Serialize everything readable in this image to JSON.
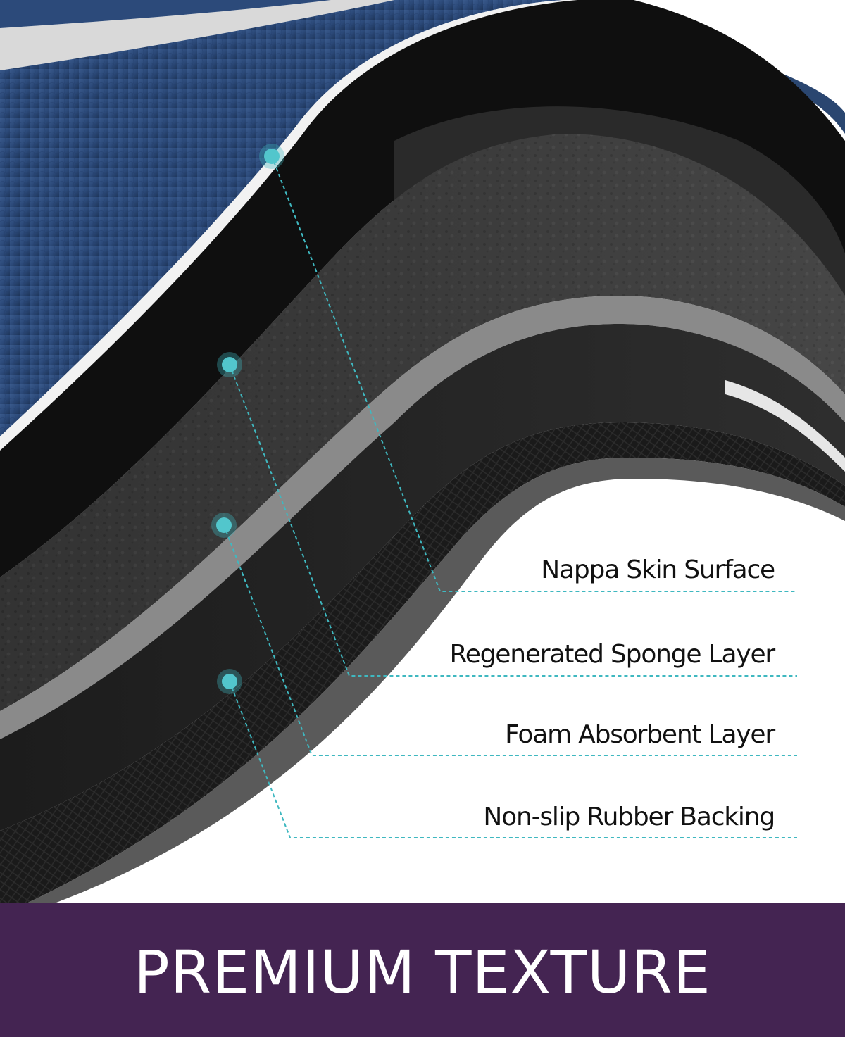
{
  "callouts": [
    {
      "label": "Nappa Skin Surface"
    },
    {
      "label": "Regenerated Sponge Layer"
    },
    {
      "label": "Foam Absorbent Layer"
    },
    {
      "label": "Non-slip Rubber Backing"
    }
  ],
  "banner": {
    "title": "PREMIUM TEXTURE"
  },
  "colors": {
    "surface_navy": "#2c4a7a",
    "accent_teal": "#3fb8c0",
    "banner_purple": "#442452",
    "banner_text": "#ffffff",
    "label_text": "#111111"
  }
}
